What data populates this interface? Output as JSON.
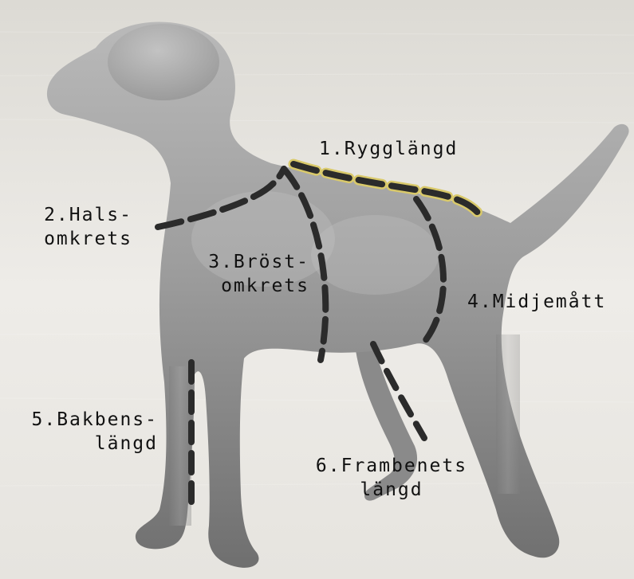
{
  "colors": {
    "background": "#e9e7e2",
    "dog_body": "#9a9a9a",
    "dashes_dark": "#2b2b2b",
    "dashes_accent": "#d9c96a",
    "label_text": "#111111"
  },
  "measurements": [
    {
      "id": "1",
      "lines": [
        "1.Rygglängd"
      ]
    },
    {
      "id": "2",
      "lines": [
        "2.Hals-",
        "omkrets"
      ]
    },
    {
      "id": "3",
      "lines": [
        "3.Bröst-",
        "omkrets"
      ]
    },
    {
      "id": "4",
      "lines": [
        "4.Midjemått"
      ]
    },
    {
      "id": "5",
      "lines": [
        "5.Bakbens-",
        "längd"
      ]
    },
    {
      "id": "6",
      "lines": [
        "6.Frambenets",
        "längd"
      ]
    }
  ]
}
